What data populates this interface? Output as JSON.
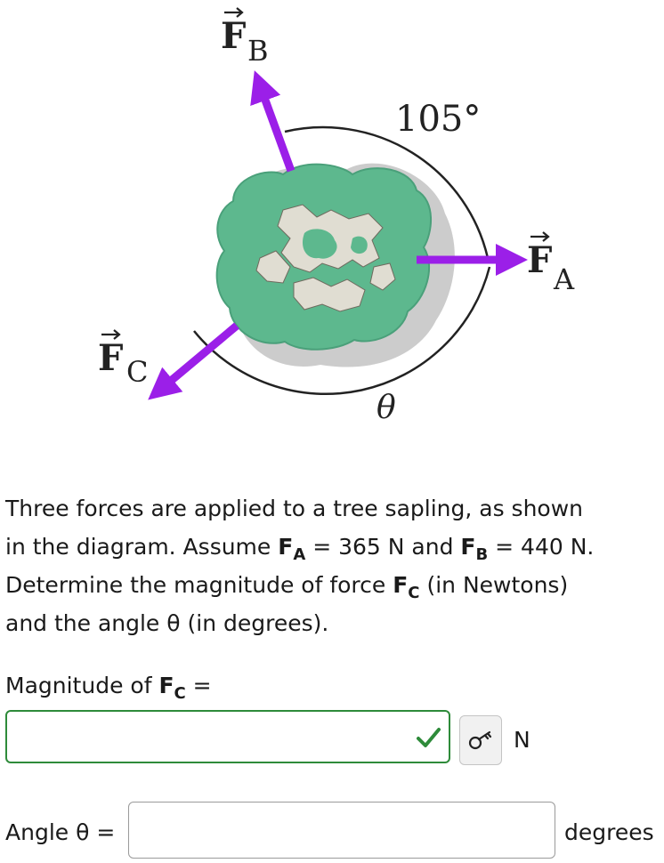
{
  "diagram": {
    "angle_label": "105°",
    "theta_label": "θ",
    "force_letter": "F",
    "labels": {
      "fa_sub": "A",
      "fb_sub": "B",
      "fc_sub": "C"
    }
  },
  "problem": {
    "line1": "Three forces are applied to a tree sapling, as shown",
    "line2_pre": "in the diagram.  Assume ",
    "fa_letter": "F",
    "fa_sub": "A",
    "fa_value": " = 365 N and ",
    "fb_letter": "F",
    "fb_sub": "B",
    "fb_value": " = 440 N.",
    "line3_pre": "Determine the magnitude of force ",
    "fc_letter": "F",
    "fc_sub": "C",
    "line3_post": " (in Newtons)",
    "line4": "and the angle θ (in degrees)."
  },
  "magnitude": {
    "label_pre": "Magnitude of ",
    "label_letter": "F",
    "label_sub": "C",
    "label_post": " =",
    "value": "",
    "unit": "N",
    "status": "correct",
    "status_color": "#2e8b3a"
  },
  "angle": {
    "label": "Angle θ =",
    "value": "",
    "unit": "degrees"
  },
  "icons": {
    "check": "check-icon",
    "key": "key-icon"
  },
  "colors": {
    "arrow": "#9b1fe8",
    "sapling": "#5db88e",
    "shadow": "#cccccc",
    "correct": "#2e8b3a"
  }
}
